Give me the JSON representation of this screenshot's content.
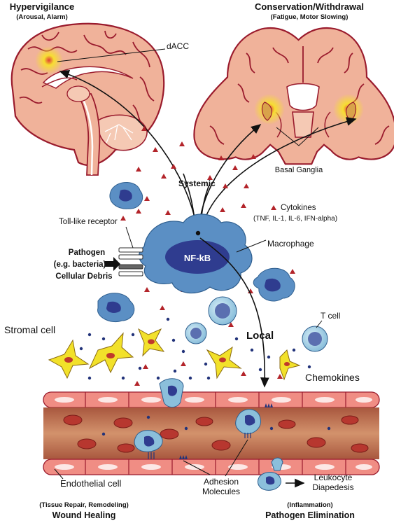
{
  "headers": {
    "left_title": "Hypervigilance",
    "left_sub": "(Arousal, Alarm)",
    "right_title": "Conservation/Withdrawal",
    "right_sub": "(Fatigue, Motor Slowing)"
  },
  "labels": {
    "dacc": "dACC",
    "basal_ganglia": "Basal Ganglia",
    "systemic": "Systemic",
    "cytokines": "Cytokines",
    "cytokines_list": "(TNF, IL-1, IL-6, IFN-alpha)",
    "toll": "Toll-like receptor",
    "pathogen_1": "Pathogen",
    "pathogen_2": "(e.g. bacteria)",
    "pathogen_3": "Cellular Debris",
    "nfkb": "NF-kB",
    "macrophage": "Macrophage",
    "local": "Local",
    "tcell": "T cell",
    "stromal": "Stromal cell",
    "chemokines": "Chemokines",
    "endothelial": "Endothelial cell",
    "adhesion_1": "Adhesion",
    "adhesion_2": "Molecules",
    "leuko_1": "Leukocyte",
    "leuko_2": "Diapedesis"
  },
  "footers": {
    "left_sub": "(Tissue Repair, Remodeling)",
    "left_title": "Wound Healing",
    "right_sub": "(Inflammation)",
    "right_title": "Pathogen Elimination"
  },
  "colors": {
    "brain_fill": "#f0b29a",
    "brain_line": "#9a1b2d",
    "macrophage": "#5b8fc4",
    "nucleus": "#2f3c8f",
    "stromal": "#f2e12a",
    "vessel_wall": "#f08d84",
    "vessel_lumen": "#c07a58",
    "rbc": "#b7372f",
    "cytokine": "#b3242a",
    "chemokine": "#22337a",
    "tcell": "#9cc9e0",
    "glow": "#f7e02c"
  }
}
